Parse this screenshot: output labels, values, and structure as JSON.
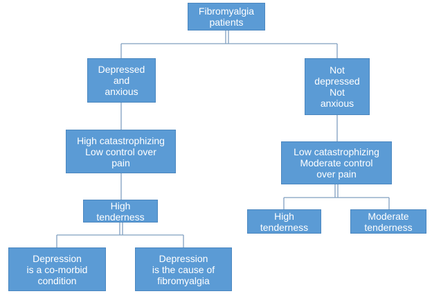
{
  "nodes": {
    "root": {
      "lines": [
        "Fibromyalgia",
        "patients"
      ]
    },
    "depressed_anxious": {
      "lines": [
        "Depressed",
        "and",
        "anxious"
      ]
    },
    "not_depressed": {
      "lines": [
        "Not",
        "depressed",
        "Not",
        "anxious"
      ]
    },
    "high_catastrophizing": {
      "lines": [
        "High catastrophizing",
        "Low control over",
        "pain"
      ]
    },
    "low_catastrophizing": {
      "lines": [
        "Low catastrophizing",
        "Moderate control",
        "over pain"
      ]
    },
    "high_tenderness_left": {
      "lines": [
        "High",
        "tenderness"
      ]
    },
    "comorbid": {
      "lines": [
        "Depression",
        "is a co-morbid",
        "condition"
      ]
    },
    "cause": {
      "lines": [
        "Depression",
        "is the cause of",
        "fibromyalgia"
      ]
    },
    "high_tenderness_right": {
      "lines": [
        "High",
        "tenderness"
      ]
    },
    "moderate_tenderness": {
      "lines": [
        "Moderate",
        "tenderness"
      ]
    }
  },
  "colors": {
    "box_fill": "#5b9bd5",
    "box_border": "#4a86bf",
    "connector": "#7f9fbf",
    "text": "#ffffff"
  }
}
